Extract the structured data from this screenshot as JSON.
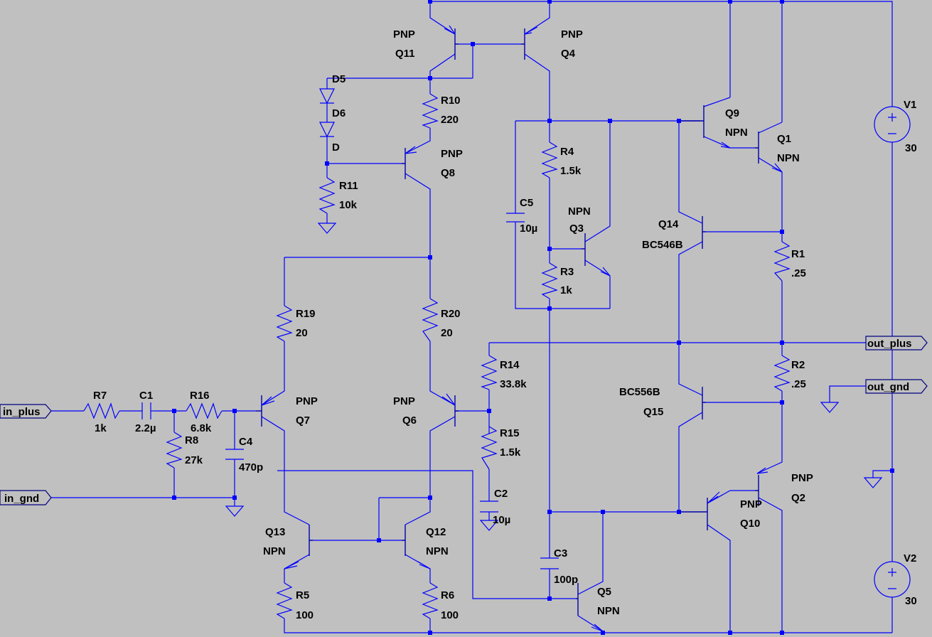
{
  "components": {
    "q11": {
      "name": "Q11",
      "type": "PNP"
    },
    "q4": {
      "name": "Q4",
      "type": "PNP"
    },
    "q8": {
      "name": "Q8",
      "type": "PNP"
    },
    "q9": {
      "name": "Q9",
      "type": "NPN"
    },
    "q1": {
      "name": "Q1",
      "type": "NPN"
    },
    "q3": {
      "name": "Q3",
      "type": "NPN"
    },
    "q14": {
      "name": "Q14",
      "type": "BC546B"
    },
    "q15": {
      "name": "Q15",
      "type": "BC556B"
    },
    "q7": {
      "name": "Q7",
      "type": "PNP"
    },
    "q6": {
      "name": "Q6",
      "type": "PNP"
    },
    "q2": {
      "name": "Q2",
      "type": "PNP"
    },
    "q10": {
      "name": "Q10",
      "type": "PNP"
    },
    "q13": {
      "name": "Q13",
      "type": "NPN"
    },
    "q12": {
      "name": "Q12",
      "type": "NPN"
    },
    "q5": {
      "name": "Q5",
      "type": "NPN"
    },
    "d5": {
      "name": "D5"
    },
    "d6": {
      "name": "D6"
    },
    "d": {
      "name": "D"
    },
    "r10": {
      "name": "R10",
      "value": "220"
    },
    "r11": {
      "name": "R11",
      "value": "10k"
    },
    "r4": {
      "name": "R4",
      "value": "1.5k"
    },
    "r3": {
      "name": "R3",
      "value": "1k"
    },
    "r1": {
      "name": "R1",
      "value": ".25"
    },
    "r2": {
      "name": "R2",
      "value": ".25"
    },
    "r19": {
      "name": "R19",
      "value": "20"
    },
    "r20": {
      "name": "R20",
      "value": "20"
    },
    "r14": {
      "name": "R14",
      "value": "33.8k"
    },
    "r15": {
      "name": "R15",
      "value": "1.5k"
    },
    "r7": {
      "name": "R7",
      "value": "1k"
    },
    "r16": {
      "name": "R16",
      "value": "6.8k"
    },
    "r8": {
      "name": "R8",
      "value": "27k"
    },
    "r5": {
      "name": "R5",
      "value": "100"
    },
    "r6": {
      "name": "R6",
      "value": "100"
    },
    "c5": {
      "name": "C5",
      "value": "10µ"
    },
    "c1": {
      "name": "C1",
      "value": "2.2µ"
    },
    "c4": {
      "name": "C4",
      "value": "470p"
    },
    "c2": {
      "name": "C2",
      "value": "10µ"
    },
    "c3": {
      "name": "C3",
      "value": "100p"
    },
    "v1": {
      "name": "V1",
      "value": "30"
    },
    "v2": {
      "name": "V2",
      "value": "30"
    }
  },
  "ports": {
    "in_plus": "in_plus",
    "in_gnd": "in_gnd",
    "out_plus": "out_plus",
    "out_gnd": "out_gnd"
  },
  "colors": {
    "background": "#c0c0c0",
    "wire": "#0000ff",
    "text": "#000000"
  }
}
